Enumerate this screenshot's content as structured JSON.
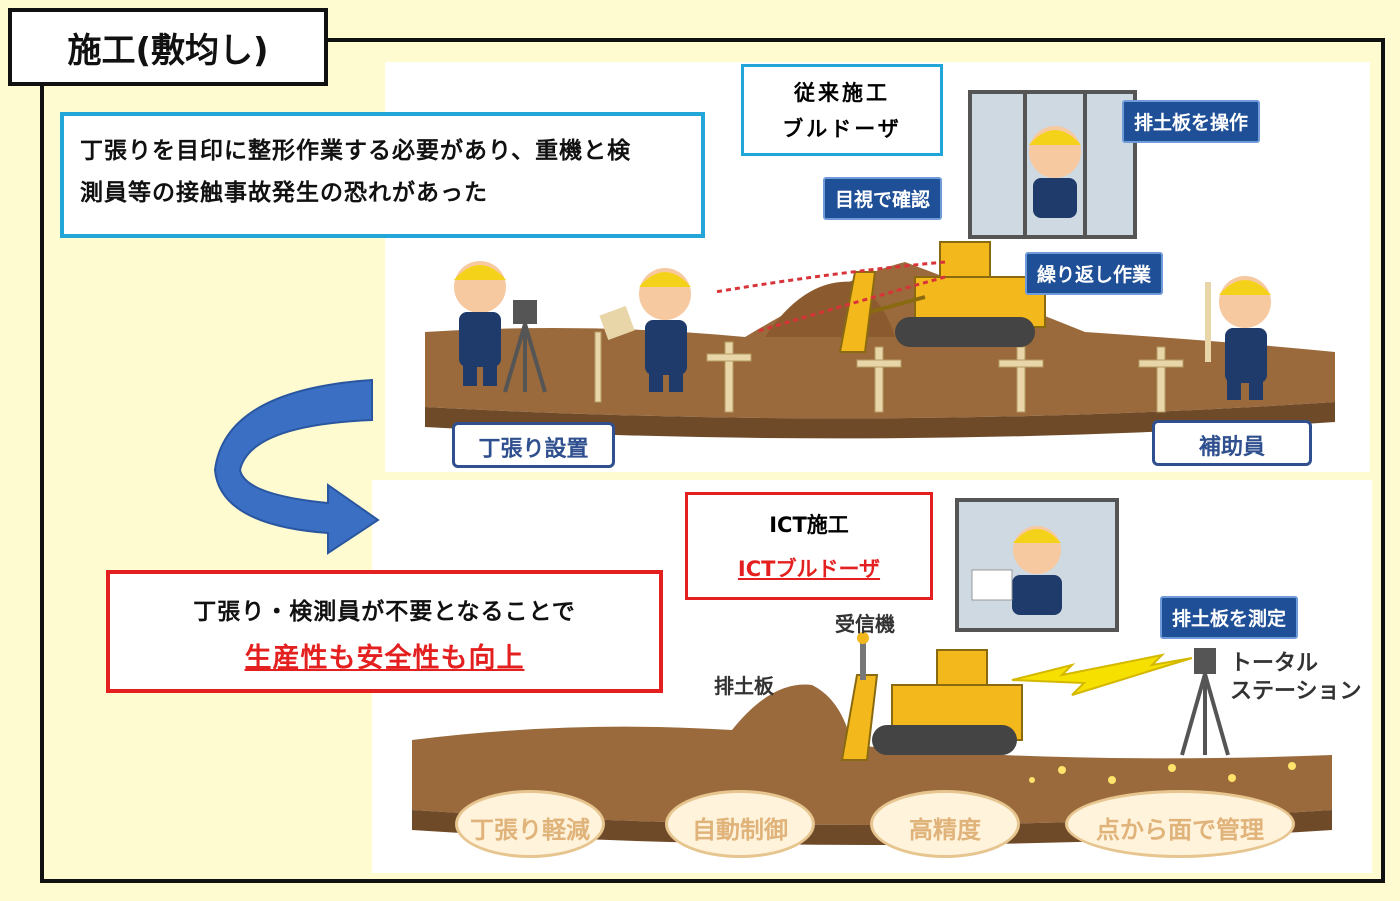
{
  "title": "施工(敷均し)",
  "conventional": {
    "heading_line1": "従来施工",
    "heading_line2": "ブルドーザ",
    "callout_line1": "丁張りを目印に整形作業する必要があり、重機と検",
    "callout_line2": "測員等の接触事故発生の恐れがあった",
    "labels": {
      "operate_blade": "排土板を操作",
      "visual_check": "目視で確認",
      "repeat_work": "繰り返し作業",
      "stake_setup": "丁張り設置",
      "assistant": "補助員"
    }
  },
  "ict": {
    "heading_line1": "ICT施工",
    "heading_line2": "ICTブルドーザ",
    "callout_line1": "丁張り・検測員が不要となることで",
    "callout_line2": "生産性も安全性も向上",
    "labels": {
      "receiver": "受信機",
      "measure_blade": "排土板を測定",
      "blade": "排土板",
      "total_station_line1": "トータル",
      "total_station_line2": "ステーション"
    },
    "benefits": [
      "丁張り軽減",
      "自動制御",
      "高精度",
      "点から面で管理"
    ]
  },
  "colors": {
    "background": "#fffbd0",
    "conventional_accent": "#22a6d8",
    "ict_accent": "#e41f1f",
    "label_navy": "#1f4f96",
    "arrow_blue": "#3b6fc4",
    "bulldozer_yellow": "#f3b81c",
    "soil_brown": "#9a6a3c"
  }
}
